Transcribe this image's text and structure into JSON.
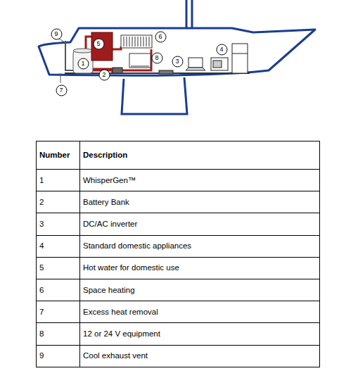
{
  "diagram": {
    "nodes": [
      {
        "text": [
          "9"
        ]
      },
      {
        "text": [
          "6"
        ]
      },
      {
        "text": [
          "5"
        ]
      },
      {
        "text": [
          "4"
        ]
      },
      {
        "text": [
          "8"
        ]
      },
      {
        "text": [
          "3"
        ]
      },
      {
        "text": [
          "1"
        ]
      },
      {
        "text": [
          "2"
        ]
      },
      {
        "text": [
          "7"
        ]
      }
    ],
    "labels": [
      "Number",
      "Description",
      "1",
      "WhisperGen™",
      "2",
      "Battery Bank",
      "3",
      "DC/AC inverter",
      "4",
      "Standard domestic appliances",
      "5",
      "Hot water for domestic use",
      "6",
      "Space heating",
      "7",
      "Excess heat removal",
      "8",
      "12 or 24 V equipment",
      "9",
      "Cool exhaust vent"
    ]
  }
}
